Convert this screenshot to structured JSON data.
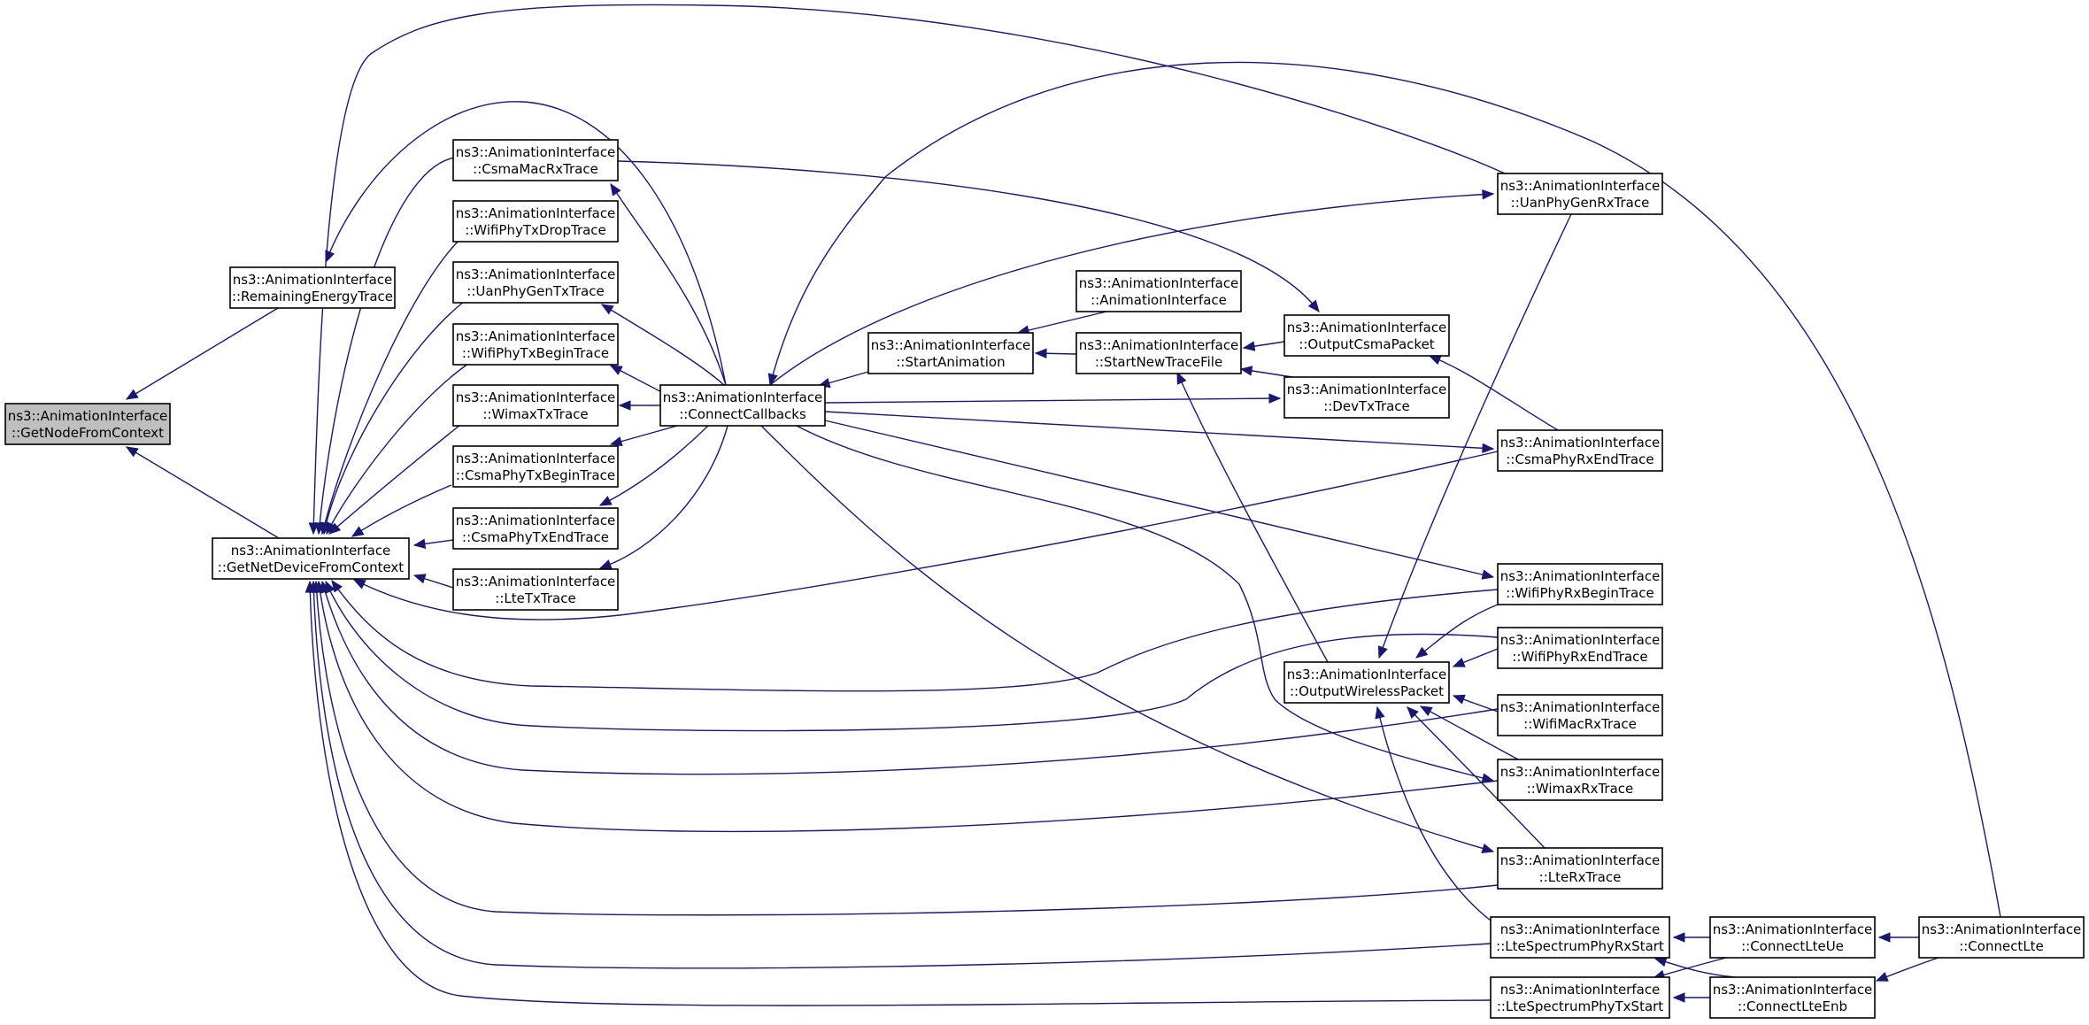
{
  "nodes": [
    {
      "id": "GetNodeFromContext",
      "line1": "ns3::AnimationInterface",
      "line2": "::GetNodeFromContext",
      "highlighted": true
    },
    {
      "id": "RemainingEnergyTrace",
      "line1": "ns3::AnimationInterface",
      "line2": "::RemainingEnergyTrace"
    },
    {
      "id": "GetNetDeviceFromContext",
      "line1": "ns3::AnimationInterface",
      "line2": "::GetNetDeviceFromContext"
    },
    {
      "id": "CsmaMacRxTrace",
      "line1": "ns3::AnimationInterface",
      "line2": "::CsmaMacRxTrace"
    },
    {
      "id": "WifiPhyTxDropTrace",
      "line1": "ns3::AnimationInterface",
      "line2": "::WifiPhyTxDropTrace"
    },
    {
      "id": "UanPhyGenTxTrace",
      "line1": "ns3::AnimationInterface",
      "line2": "::UanPhyGenTxTrace"
    },
    {
      "id": "WifiPhyTxBeginTrace",
      "line1": "ns3::AnimationInterface",
      "line2": "::WifiPhyTxBeginTrace"
    },
    {
      "id": "WimaxTxTrace",
      "line1": "ns3::AnimationInterface",
      "line2": "::WimaxTxTrace"
    },
    {
      "id": "CsmaPhyTxBeginTrace",
      "line1": "ns3::AnimationInterface",
      "line2": "::CsmaPhyTxBeginTrace"
    },
    {
      "id": "CsmaPhyTxEndTrace",
      "line1": "ns3::AnimationInterface",
      "line2": "::CsmaPhyTxEndTrace"
    },
    {
      "id": "LteTxTrace",
      "line1": "ns3::AnimationInterface",
      "line2": "::LteTxTrace"
    },
    {
      "id": "ConnectCallbacks",
      "line1": "ns3::AnimationInterface",
      "line2": "::ConnectCallbacks"
    },
    {
      "id": "StartAnimation",
      "line1": "ns3::AnimationInterface",
      "line2": "::StartAnimation"
    },
    {
      "id": "AnimationInterface",
      "line1": "ns3::AnimationInterface",
      "line2": "::AnimationInterface"
    },
    {
      "id": "StartNewTraceFile",
      "line1": "ns3::AnimationInterface",
      "line2": "::StartNewTraceFile"
    },
    {
      "id": "OutputCsmaPacket",
      "line1": "ns3::AnimationInterface",
      "line2": "::OutputCsmaPacket"
    },
    {
      "id": "DevTxTrace",
      "line1": "ns3::AnimationInterface",
      "line2": "::DevTxTrace"
    },
    {
      "id": "OutputWirelessPacket",
      "line1": "ns3::AnimationInterface",
      "line2": "::OutputWirelessPacket"
    },
    {
      "id": "UanPhyGenRxTrace",
      "line1": "ns3::AnimationInterface",
      "line2": "::UanPhyGenRxTrace"
    },
    {
      "id": "CsmaPhyRxEndTrace",
      "line1": "ns3::AnimationInterface",
      "line2": "::CsmaPhyRxEndTrace"
    },
    {
      "id": "WifiPhyRxBeginTrace",
      "line1": "ns3::AnimationInterface",
      "line2": "::WifiPhyRxBeginTrace"
    },
    {
      "id": "WifiPhyRxEndTrace",
      "line1": "ns3::AnimationInterface",
      "line2": "::WifiPhyRxEndTrace"
    },
    {
      "id": "WifiMacRxTrace",
      "line1": "ns3::AnimationInterface",
      "line2": "::WifiMacRxTrace"
    },
    {
      "id": "WimaxRxTrace",
      "line1": "ns3::AnimationInterface",
      "line2": "::WimaxRxTrace"
    },
    {
      "id": "LteRxTrace",
      "line1": "ns3::AnimationInterface",
      "line2": "::LteRxTrace"
    },
    {
      "id": "LteSpectrumPhyRxStart",
      "line1": "ns3::AnimationInterface",
      "line2": "::LteSpectrumPhyRxStart"
    },
    {
      "id": "LteSpectrumPhyTxStart",
      "line1": "ns3::AnimationInterface",
      "line2": "::LteSpectrumPhyTxStart"
    },
    {
      "id": "ConnectLteUe",
      "line1": "ns3::AnimationInterface",
      "line2": "::ConnectLteUe"
    },
    {
      "id": "ConnectLteEnb",
      "line1": "ns3::AnimationInterface",
      "line2": "::ConnectLteEnb"
    },
    {
      "id": "ConnectLte",
      "line1": "ns3::AnimationInterface",
      "line2": "::ConnectLte"
    }
  ],
  "edges": [
    {
      "from": "RemainingEnergyTrace",
      "to": "GetNodeFromContext"
    },
    {
      "from": "GetNetDeviceFromContext",
      "to": "GetNodeFromContext"
    },
    {
      "from": "ConnectCallbacks",
      "to": "RemainingEnergyTrace"
    },
    {
      "from": "CsmaMacRxTrace",
      "to": "GetNetDeviceFromContext"
    },
    {
      "from": "WifiPhyTxDropTrace",
      "to": "GetNetDeviceFromContext"
    },
    {
      "from": "UanPhyGenTxTrace",
      "to": "GetNetDeviceFromContext"
    },
    {
      "from": "WifiPhyTxBeginTrace",
      "to": "GetNetDeviceFromContext"
    },
    {
      "from": "WimaxTxTrace",
      "to": "GetNetDeviceFromContext"
    },
    {
      "from": "CsmaPhyTxBeginTrace",
      "to": "GetNetDeviceFromContext"
    },
    {
      "from": "CsmaPhyTxEndTrace",
      "to": "GetNetDeviceFromContext"
    },
    {
      "from": "LteTxTrace",
      "to": "GetNetDeviceFromContext"
    },
    {
      "from": "CsmaPhyRxEndTrace",
      "to": "GetNetDeviceFromContext"
    },
    {
      "from": "WifiPhyRxBeginTrace",
      "to": "GetNetDeviceFromContext"
    },
    {
      "from": "WifiPhyRxEndTrace",
      "to": "GetNetDeviceFromContext"
    },
    {
      "from": "WifiMacRxTrace",
      "to": "GetNetDeviceFromContext"
    },
    {
      "from": "WimaxRxTrace",
      "to": "GetNetDeviceFromContext"
    },
    {
      "from": "LteRxTrace",
      "to": "GetNetDeviceFromContext"
    },
    {
      "from": "LteSpectrumPhyRxStart",
      "to": "GetNetDeviceFromContext"
    },
    {
      "from": "LteSpectrumPhyTxStart",
      "to": "GetNetDeviceFromContext"
    },
    {
      "from": "UanPhyGenRxTrace",
      "to": "GetNetDeviceFromContext"
    },
    {
      "from": "ConnectCallbacks",
      "to": "CsmaMacRxTrace"
    },
    {
      "from": "ConnectCallbacks",
      "to": "UanPhyGenTxTrace"
    },
    {
      "from": "ConnectCallbacks",
      "to": "WifiPhyTxBeginTrace"
    },
    {
      "from": "ConnectCallbacks",
      "to": "WimaxTxTrace"
    },
    {
      "from": "ConnectCallbacks",
      "to": "CsmaPhyTxBeginTrace"
    },
    {
      "from": "ConnectCallbacks",
      "to": "CsmaPhyTxEndTrace"
    },
    {
      "from": "ConnectCallbacks",
      "to": "LteTxTrace"
    },
    {
      "from": "StartAnimation",
      "to": "ConnectCallbacks"
    },
    {
      "from": "AnimationInterface",
      "to": "StartAnimation"
    },
    {
      "from": "StartNewTraceFile",
      "to": "StartAnimation"
    },
    {
      "from": "OutputCsmaPacket",
      "to": "StartNewTraceFile"
    },
    {
      "from": "DevTxTrace",
      "to": "StartNewTraceFile"
    },
    {
      "from": "OutputWirelessPacket",
      "to": "StartNewTraceFile"
    },
    {
      "from": "CsmaMacRxTrace",
      "to": "OutputCsmaPacket"
    },
    {
      "from": "CsmaPhyRxEndTrace",
      "to": "OutputCsmaPacket"
    },
    {
      "from": "ConnectCallbacks",
      "to": "DevTxTrace"
    },
    {
      "from": "ConnectCallbacks",
      "to": "UanPhyGenRxTrace"
    },
    {
      "from": "ConnectCallbacks",
      "to": "CsmaPhyRxEndTrace"
    },
    {
      "from": "ConnectCallbacks",
      "to": "WifiPhyRxBeginTrace"
    },
    {
      "from": "ConnectCallbacks",
      "to": "WimaxRxTrace"
    },
    {
      "from": "ConnectCallbacks",
      "to": "LteRxTrace"
    },
    {
      "from": "ConnectLte",
      "to": "ConnectCallbacks"
    },
    {
      "from": "UanPhyGenRxTrace",
      "to": "OutputWirelessPacket"
    },
    {
      "from": "WifiPhyRxBeginTrace",
      "to": "OutputWirelessPacket"
    },
    {
      "from": "WifiPhyRxEndTrace",
      "to": "OutputWirelessPacket"
    },
    {
      "from": "WifiMacRxTrace",
      "to": "OutputWirelessPacket"
    },
    {
      "from": "WimaxRxTrace",
      "to": "OutputWirelessPacket"
    },
    {
      "from": "LteRxTrace",
      "to": "OutputWirelessPacket"
    },
    {
      "from": "LteSpectrumPhyRxStart",
      "to": "OutputWirelessPacket"
    },
    {
      "from": "ConnectLteUe",
      "to": "LteSpectrumPhyRxStart"
    },
    {
      "from": "ConnectLteEnb",
      "to": "LteSpectrumPhyRxStart"
    },
    {
      "from": "ConnectLteUe",
      "to": "LteSpectrumPhyTxStart"
    },
    {
      "from": "ConnectLteEnb",
      "to": "LteSpectrumPhyTxStart"
    },
    {
      "from": "ConnectLte",
      "to": "ConnectLteUe"
    },
    {
      "from": "ConnectLte",
      "to": "ConnectLteEnb"
    }
  ],
  "colors": {
    "edge": "#191970",
    "node_border": "#000000",
    "node_fill": "#ffffff",
    "highlight_fill": "#bfbfbf"
  }
}
